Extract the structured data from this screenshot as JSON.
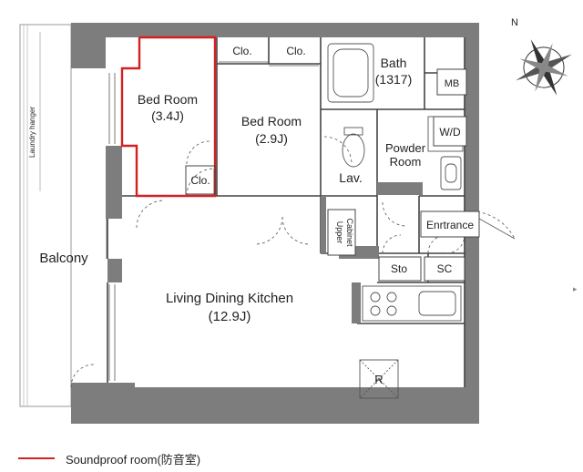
{
  "rooms": {
    "bedroom1": {
      "name": "Bed Room",
      "size": "(3.4J)"
    },
    "bedroom2": {
      "name": "Bed Room",
      "size": "(2.9J)"
    },
    "closet1": "Clo.",
    "closet2": "Clo.",
    "closet3": "Clo.",
    "bath": {
      "name": "Bath",
      "code": "(1317)"
    },
    "mb": "MB",
    "wd": "W/D",
    "powder": {
      "line1": "Powder",
      "line2": "Room"
    },
    "lav": "Lav.",
    "entrance": "Enrtrance",
    "upper_cabinet": {
      "line1": "Upper",
      "line2": "Cabinet"
    },
    "sto": "Sto",
    "sc": "SC",
    "ldk": {
      "name": "Living Dining Kitchen",
      "size": "(12.9J)"
    },
    "fridge": "R"
  },
  "balcony": "Balcony",
  "laundry_hanger": "Laundry hanger",
  "compass": {
    "north": "N"
  },
  "legend": {
    "label": "Soundproof room(防音室)",
    "color": "#d42020"
  },
  "side_arrow": "▸"
}
